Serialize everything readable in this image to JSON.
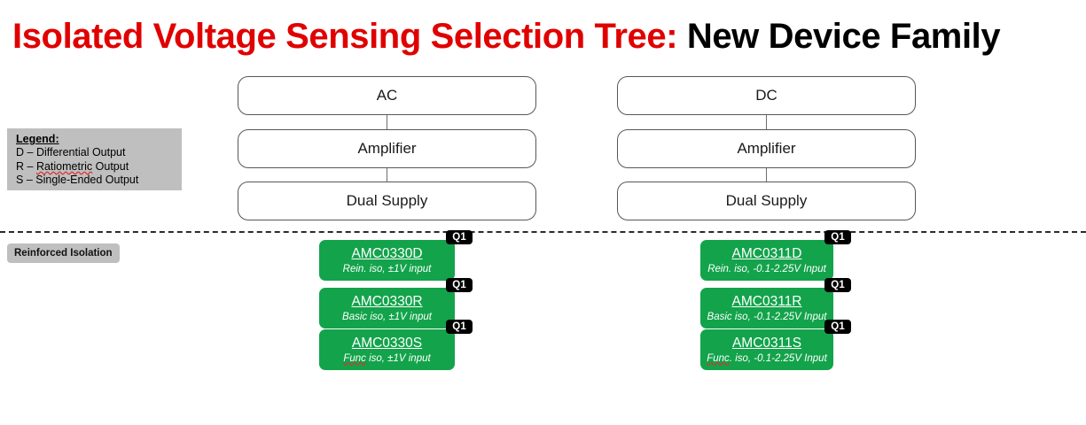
{
  "title": {
    "highlight": "Isolated Voltage Sensing Selection Tree:",
    "rest": " New Device Family",
    "highlight_color": "#E00000",
    "rest_color": "#000000"
  },
  "legend": {
    "heading": "Legend:",
    "items": [
      {
        "key": "D",
        "dash": "–",
        "term": "Differential",
        "suffix": " Output",
        "misspelled": false
      },
      {
        "key": "R",
        "dash": "–",
        "term": "Ratiometric",
        "suffix": " Output",
        "misspelled": true
      },
      {
        "key": "S",
        "dash": "–",
        "term": "Single-Ended",
        "suffix": " Output",
        "misspelled": false
      }
    ],
    "background": "#BFBFBF"
  },
  "isolation_tag": {
    "label": "Reinforced Isolation",
    "background": "#BFBFBF"
  },
  "divider": {
    "style": "dashed",
    "color": "#2b2b2b"
  },
  "columns": [
    {
      "id": "ac",
      "flow": [
        {
          "label": "AC"
        },
        {
          "label": "Amplifier"
        },
        {
          "label": "Dual Supply"
        }
      ],
      "devices": [
        {
          "name": "AMC0330D",
          "sub_prefix": "Rein",
          "sub_rest": ". iso, ±1V input",
          "sub_full": "Rein. iso, ±1V input",
          "badge": "Q1",
          "misspelled": false
        },
        {
          "name": "AMC0330R",
          "sub_prefix": "Basic",
          "sub_rest": " iso, ±1V input",
          "sub_full": "Basic iso, ±1V input",
          "badge": "Q1",
          "misspelled": false
        },
        {
          "name": "AMC0330S",
          "sub_prefix": "Func",
          "sub_rest": " iso, ±1V input",
          "sub_full": "Func iso, ±1V input",
          "badge": "Q1",
          "misspelled": true
        }
      ]
    },
    {
      "id": "dc",
      "flow": [
        {
          "label": "DC"
        },
        {
          "label": "Amplifier"
        },
        {
          "label": "Dual Supply"
        }
      ],
      "devices": [
        {
          "name": "AMC0311D",
          "sub_prefix": "Rein",
          "sub_rest": ". iso, -0.1-2.25V Input",
          "sub_full": "Rein. iso, -0.1-2.25V Input",
          "badge": "Q1",
          "misspelled": false
        },
        {
          "name": "AMC0311R",
          "sub_prefix": "Basic",
          "sub_rest": " iso, -0.1-2.25V Input",
          "sub_full": "Basic iso, -0.1-2.25V Input",
          "badge": "Q1",
          "misspelled": false
        },
        {
          "name": "AMC0311S",
          "sub_prefix": "Func",
          "sub_rest": ". iso, -0.1-2.25V Input",
          "sub_full": "Func. iso, -0.1-2.25V Input",
          "badge": "Q1",
          "misspelled": true
        }
      ]
    }
  ],
  "colors": {
    "device_green": "#13A34B",
    "badge_black": "#000000",
    "box_border": "#575757",
    "legend_gray": "#BFBFBF"
  }
}
